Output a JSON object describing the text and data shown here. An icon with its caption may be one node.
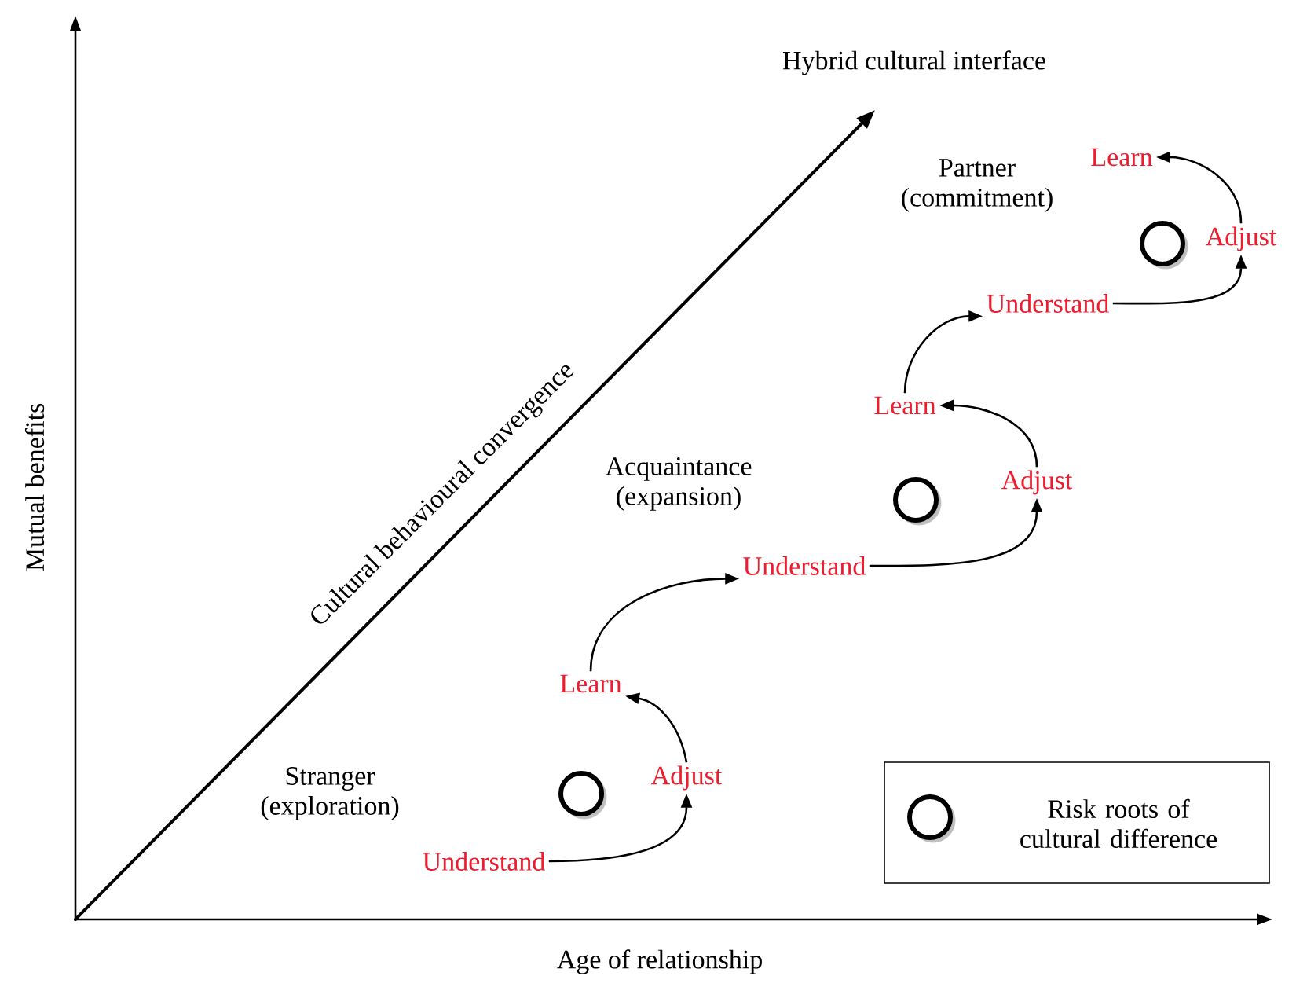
{
  "diagram": {
    "nodes": [
      {
        "text": [
          "Understand"
        ]
      },
      {
        "text": [
          "Adjust"
        ]
      },
      {
        "text": [
          "Learn"
        ]
      },
      {
        "text": [
          "Understand"
        ]
      },
      {
        "text": [
          "Adjust"
        ]
      },
      {
        "text": [
          "Learn"
        ]
      },
      {
        "text": [
          "Understand"
        ]
      },
      {
        "text": [
          "Adjust"
        ]
      },
      {
        "text": [
          "Learn"
        ]
      }
    ],
    "edges": [
      {
        "from": 0,
        "to": 1,
        "arrow": "to"
      },
      {
        "from": 1,
        "to": 2,
        "arrow": "to"
      },
      {
        "from": 2,
        "to": 3,
        "arrow": "to"
      },
      {
        "from": 3,
        "to": 4,
        "arrow": "to"
      },
      {
        "from": 4,
        "to": 5,
        "arrow": "to"
      },
      {
        "from": 5,
        "to": 6,
        "arrow": "to"
      },
      {
        "from": 6,
        "to": 7,
        "arrow": "to"
      },
      {
        "from": 7,
        "to": 8,
        "arrow": "to"
      }
    ],
    "labels": [
      "Hybrid cultural interface",
      "Partner (commitment)",
      "Cultural behavioural convergence",
      "Mutual benefits",
      "Acquaintance (expansion)",
      "Stranger (exploration)",
      "Age of relationship"
    ],
    "legend": [
      {
        "text": "Risk roots of cultural difference"
      }
    ]
  }
}
